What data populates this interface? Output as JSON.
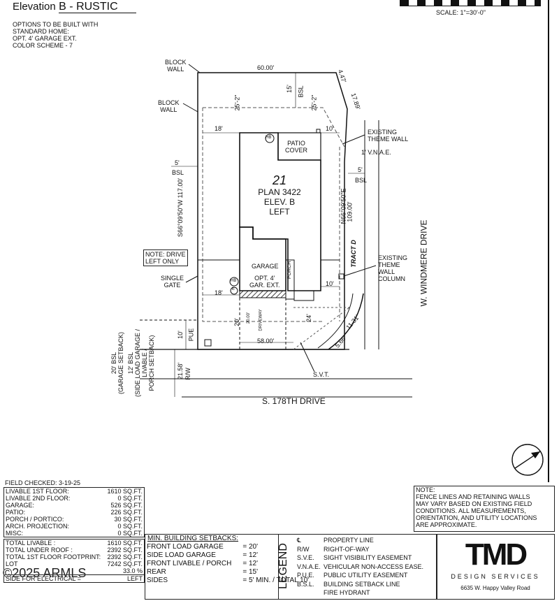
{
  "header": {
    "elevation_label": "Elevation",
    "elevation_value": "B - RUSTIC",
    "scale": "SCALE: 1\"=30'-0\"",
    "options": [
      "OPTIONS TO BE BUILT WITH",
      "STANDARD HOME:",
      "OPT. 4' GARAGE EXT.",
      "COLOR SCHEME - 7"
    ]
  },
  "plan": {
    "lot_number": "21",
    "plan_name": "PLAN 3422",
    "elevation": "ELEV. B",
    "orientation": "LEFT",
    "labels": {
      "block_wall_top": [
        "BLOCK",
        "WALL"
      ],
      "block_wall_left": [
        "BLOCK",
        "WALL"
      ],
      "note_drive": [
        "NOTE: DRIVE",
        "LEFT ONLY"
      ],
      "single_gate": [
        "SINGLE",
        "GATE"
      ],
      "patio_cover": [
        "PATIO",
        "COVER"
      ],
      "garage": "GARAGE",
      "gar_ext": [
        "OPT. 4'",
        "GAR. EXT."
      ],
      "porch": "PORCH",
      "existing_theme_wall": [
        "EXISTING",
        "THEME WALL"
      ],
      "vnae": "1' V.N.A.E.",
      "existing_wall_column": [
        "EXISTING",
        "THEME",
        "WALL",
        "COLUMN"
      ],
      "svt": "S.V.T.",
      "hb": "HB",
      "e": "E",
      "tract": "TRACT D",
      "street_bottom": "S. 178TH DRIVE",
      "street_right": "W. WINDMERE DRIVE",
      "pue": "PUE",
      "rw": "R/W",
      "driveway": "DRIVEWAY"
    },
    "dims": {
      "width_top": "60.00'",
      "dim_15": "15'",
      "bsl": "BSL",
      "dim_25_2_left": "25'-2\"",
      "dim_25_2_right": "25'-2\"",
      "dim_447": "4.47'",
      "dim_1789": "17.89'",
      "dim_18_top": "18'",
      "dim_10_top": "10'",
      "dim_5_left": "5'",
      "dim_5_right": "5'",
      "left_bearing": "S66°09'50\"W 117.00'",
      "right_bearing": "N66°09'50\"E",
      "right_length": "109.00'",
      "dim_18_bottom": "18'",
      "dim_10_bottom": "10'",
      "dim_20": "20'",
      "dim_20_drive": "20.00'",
      "dim_24": "24'",
      "dim_58": "58.00'",
      "dim_10_pue": "10'",
      "dim_2158": "21.58'",
      "dim_1131": "11.31'",
      "dim_566": "5.66'"
    },
    "left_setbacks": [
      [
        "20' BSL",
        "(GARAGE SETBACK)"
      ],
      [
        "12' BSL",
        "(SIDE LOAD GARAGE /",
        "LIVABLE /",
        "PORCH SETBACK)"
      ]
    ]
  },
  "field_checked": "FIELD CHECKED: 3-19-25",
  "areas": [
    [
      "LIVABLE 1st FLOOR:",
      "1610 SQ.FT."
    ],
    [
      "LIVABLE 2nd FLOOR:",
      "0 SQ.FT."
    ],
    [
      "GARAGE:",
      "526 SQ.FT."
    ],
    [
      "PATIO:",
      "226 SQ.FT."
    ],
    [
      "PORCH / PORTICO:",
      "30 SQ.FT."
    ],
    [
      "ARCH. PROJECTION:",
      "0 SQ.FT."
    ],
    [
      "MISC:",
      "0 SQ.FT."
    ]
  ],
  "totals": [
    [
      "TOTAL LIVABLE :",
      "1610 SQ.FT."
    ],
    [
      "TOTAL UNDER ROOF :",
      "2392 SQ.FT."
    ],
    [
      "TOTAL 1st FLOOR FOOTPRINT:",
      "2392 SQ.FT."
    ],
    [
      "LOT",
      "7242 SQ.FT."
    ],
    [
      "",
      "33.0 %"
    ],
    [
      "SIDE FOR ELECTRICAL =",
      "LEFT"
    ]
  ],
  "setbacks": {
    "title": "MIN. BUILDING SETBACKS:",
    "rows": [
      [
        "FRONT LOAD GARAGE",
        "= 20'"
      ],
      [
        "SIDE LOAD GARAGE",
        "= 12'"
      ],
      [
        "FRONT LIVABLE / PORCH",
        "= 12'"
      ],
      [
        "REAR",
        "= 15'"
      ],
      [
        "SIDES",
        "= 5' MIN. / TOTAL 10'"
      ]
    ]
  },
  "legend": {
    "title": "LEGEND",
    "rows": [
      [
        "℄",
        "PROPERTY LINE"
      ],
      [
        "R/W",
        "RIGHT-OF-WAY"
      ],
      [
        "S.V.E.",
        "SIGHT VISIBILITY EASEMENT"
      ],
      [
        "V.N.A.E.",
        "VEHICULAR NON-ACCESS EASE."
      ],
      [
        "P.U.E.",
        "PUBLIC UTILITY EASEMENT"
      ],
      [
        "B.S.L.",
        "BUILDING SETBACK LINE"
      ],
      [
        "",
        "FIRE HYDRANT"
      ]
    ]
  },
  "note": {
    "title": "NOTE:",
    "lines": [
      "FENCE LINES AND RETAINING WALLS",
      "MAY VARY BASED ON EXISTING FIELD",
      "CONDITIONS.  ALL MEASUREMENTS,",
      "ORIENTATION, AND UTILITY LOCATIONS",
      "ARE APPROXIMATE."
    ]
  },
  "company": {
    "logo": "TMD",
    "tagline": "DESIGN SERVICES",
    "address": "6635 W. Happy Valley Road"
  },
  "watermark": "©2025 ARMLS"
}
